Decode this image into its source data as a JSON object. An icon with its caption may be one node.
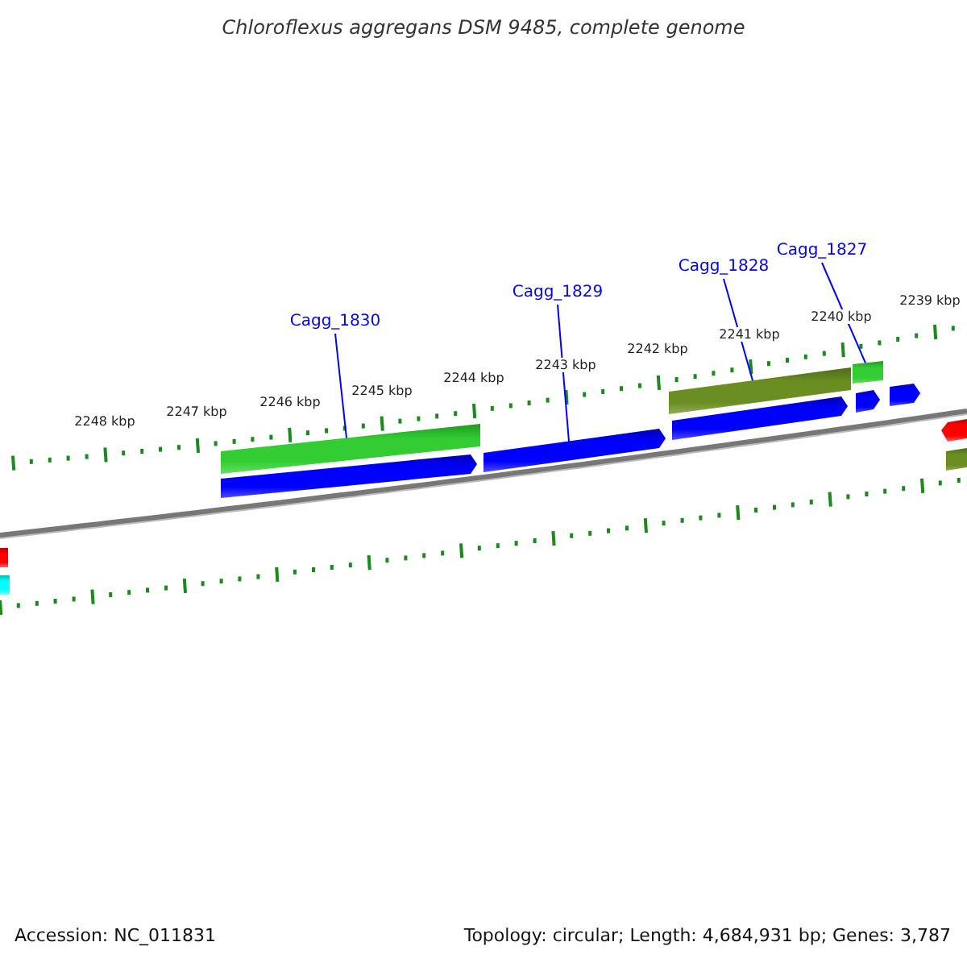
{
  "diagram": {
    "title": "Chloroflexus aggregans DSM 9485, complete genome",
    "nodes": [
      {
        "text": [
          "Cagg_1830"
        ]
      },
      {
        "text": [],
        "shape": "bar"
      },
      {
        "text": [
          "Cagg_1829"
        ]
      },
      {
        "text": [],
        "shape": "arrow"
      },
      {
        "text": [
          "Cagg_1828"
        ]
      },
      {
        "text": [],
        "shape": "bar"
      },
      {
        "text": [
          "Cagg_1827"
        ]
      },
      {
        "text": [],
        "shape": "bar"
      },
      {
        "text": [],
        "shape": "arrow"
      },
      {
        "text": [],
        "shape": "arrow"
      },
      {
        "text": [],
        "shape": "arrow"
      },
      {
        "text": [],
        "shape": "arrow"
      },
      {
        "text": [],
        "shape": "arrow"
      },
      {
        "text": [],
        "shape": "bar"
      },
      {
        "text": [],
        "shape": "bar"
      },
      {
        "text": [],
        "shape": "bar"
      }
    ],
    "edges": [
      {
        "from": 0,
        "to": 1,
        "arrow": "none"
      },
      {
        "from": 2,
        "to": 3,
        "arrow": "none"
      },
      {
        "from": 4,
        "to": 5,
        "arrow": "none"
      },
      {
        "from": 6,
        "to": 7,
        "arrow": "none"
      }
    ],
    "labels": [
      "2248 kbp",
      "2247 kbp",
      "2246 kbp",
      "2245 kbp",
      "2244 kbp",
      "2243 kbp",
      "2242 kbp",
      "2241 kbp",
      "2240 kbp",
      "2239 kbp",
      "Accession: NC_011831",
      "Topology: circular; Length: 4,684,931 bp; Genes: 3,787"
    ]
  }
}
